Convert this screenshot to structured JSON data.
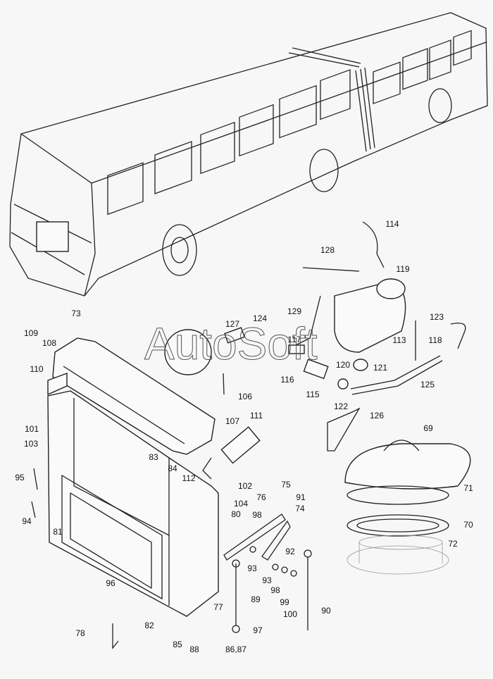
{
  "watermark": "AutoSoft",
  "labels": [
    "114",
    "128",
    "119",
    "129",
    "123",
    "127",
    "124",
    "117",
    "113",
    "118",
    "109",
    "73",
    "108",
    "120",
    "121",
    "116",
    "115",
    "122",
    "125",
    "106",
    "110",
    "126",
    "111",
    "107",
    "69",
    "101",
    "103",
    "83",
    "84",
    "112",
    "102",
    "104",
    "95",
    "76",
    "75",
    "91",
    "74",
    "71",
    "80",
    "98",
    "70",
    "72",
    "94",
    "81",
    "92",
    "93",
    "93",
    "98",
    "96",
    "99",
    "89",
    "100",
    "90",
    "77",
    "82",
    "97",
    "78",
    "85",
    "88",
    "86,87"
  ]
}
